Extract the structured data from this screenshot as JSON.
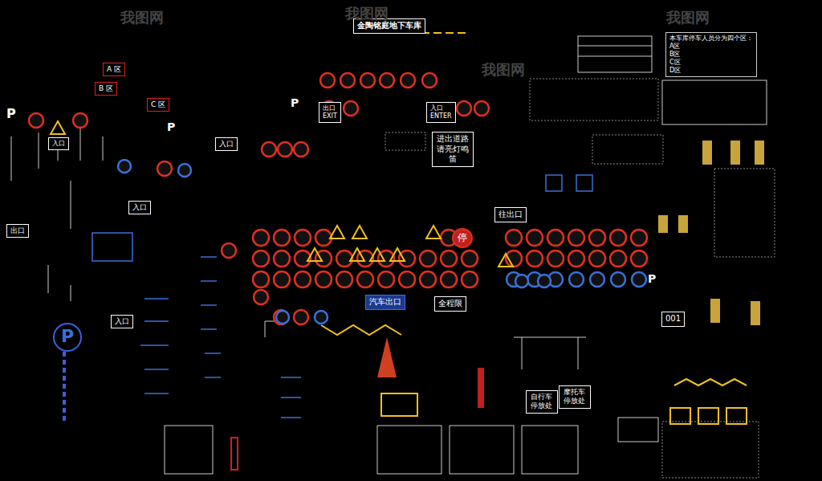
{
  "diagram": {
    "title": "金陶铭庭地下车库",
    "nodes": [
      {
        "text": [
          "A 区"
        ]
      },
      {
        "text": [
          "B 区"
        ]
      },
      {
        "text": [
          "C 区"
        ]
      },
      {
        "text": [
          "出口"
        ]
      },
      {
        "text": [
          "入口"
        ]
      },
      {
        "text": [
          "入口"
        ]
      },
      {
        "text": [
          "入口"
        ]
      },
      {
        "text": [
          "入口"
        ]
      },
      {
        "text": [
          "出口",
          "EXIT"
        ]
      },
      {
        "text": [
          "入口",
          "ENTER"
        ]
      },
      {
        "text": [
          "进出道路 请亮灯鸣笛"
        ]
      },
      {
        "text": [
          "往出口"
        ]
      },
      {
        "text": [
          "停"
        ]
      },
      {
        "text": [
          "汽车出口"
        ]
      },
      {
        "text": [
          "全程限"
        ]
      },
      {
        "text": [
          "自行车 停放处"
        ]
      },
      {
        "text": [
          "摩托车 停放处"
        ]
      },
      {
        "text": [
          "001"
        ]
      },
      {
        "text": [
          "本车库停车人员分为四个区：",
          "A区",
          "B区",
          "C区",
          "D区"
        ]
      }
    ],
    "labels": [
      "P",
      "P",
      "P",
      "P",
      "P",
      "我图网",
      "我图网",
      "我图网",
      "我图网"
    ]
  }
}
